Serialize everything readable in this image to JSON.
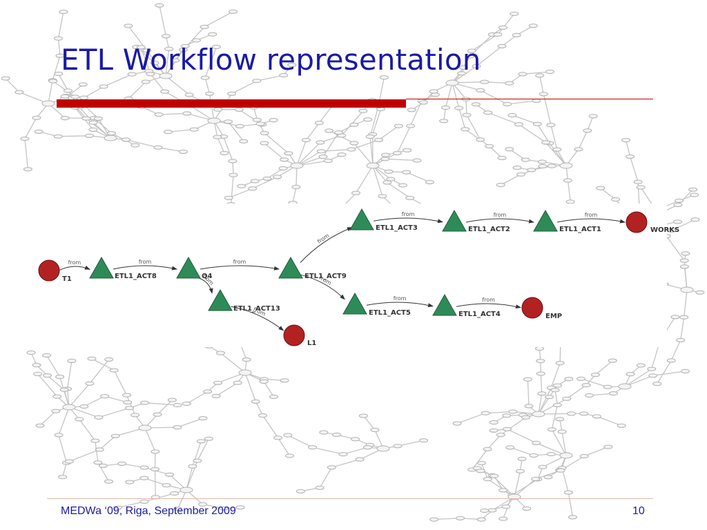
{
  "slide": {
    "title": "ETL Workflow representation",
    "footer": "MEDWa ‘09, Riga, September 2009",
    "page_number": "10"
  },
  "colors": {
    "title": "#1a1aa6",
    "accent_bar": "#c00000",
    "activity_node": "#2e8b57",
    "recordset_node": "#b22222",
    "background_graph": "#c4c4c4"
  },
  "workflow": {
    "nodes": [
      {
        "id": "t1",
        "label": "T1",
        "shape": "circle",
        "icon": "recordset-icon"
      },
      {
        "id": "etl1_act8",
        "label": "ETL1_ACT8",
        "shape": "triangle",
        "icon": "activity-icon"
      },
      {
        "id": "q4",
        "label": "Q4",
        "shape": "triangle",
        "icon": "activity-icon"
      },
      {
        "id": "etl1_act13",
        "label": "ETL1_ACT13",
        "shape": "triangle",
        "icon": "activity-icon"
      },
      {
        "id": "l1",
        "label": "L1",
        "shape": "circle",
        "icon": "recordset-icon"
      },
      {
        "id": "etl1_act9",
        "label": "ETL1_ACT9",
        "shape": "triangle",
        "icon": "activity-icon"
      },
      {
        "id": "etl1_act3",
        "label": "ETL1_ACT3",
        "shape": "triangle",
        "icon": "activity-icon"
      },
      {
        "id": "etl1_act2",
        "label": "ETL1_ACT2",
        "shape": "triangle",
        "icon": "activity-icon"
      },
      {
        "id": "etl1_act1",
        "label": "ETL1_ACT1",
        "shape": "triangle",
        "icon": "activity-icon"
      },
      {
        "id": "works",
        "label": "WORKS",
        "shape": "circle",
        "icon": "recordset-icon"
      },
      {
        "id": "etl1_act5",
        "label": "ETL1_ACT5",
        "shape": "triangle",
        "icon": "activity-icon"
      },
      {
        "id": "etl1_act4",
        "label": "ETL1_ACT4",
        "shape": "triangle",
        "icon": "activity-icon"
      },
      {
        "id": "emp",
        "label": "EMP",
        "shape": "circle",
        "icon": "recordset-icon"
      }
    ],
    "edges": [
      {
        "from": "t1",
        "to": "etl1_act8",
        "label": "from"
      },
      {
        "from": "etl1_act8",
        "to": "q4",
        "label": "from"
      },
      {
        "from": "q4",
        "to": "etl1_act9",
        "label": "from"
      },
      {
        "from": "q4",
        "to": "etl1_act13",
        "label": "from"
      },
      {
        "from": "etl1_act13",
        "to": "l1",
        "label": "from"
      },
      {
        "from": "etl1_act9",
        "to": "etl1_act3",
        "label": "from"
      },
      {
        "from": "etl1_act3",
        "to": "etl1_act2",
        "label": "from"
      },
      {
        "from": "etl1_act2",
        "to": "etl1_act1",
        "label": "from"
      },
      {
        "from": "etl1_act1",
        "to": "works",
        "label": "from"
      },
      {
        "from": "etl1_act9",
        "to": "etl1_act5",
        "label": "from"
      },
      {
        "from": "etl1_act5",
        "to": "etl1_act4",
        "label": "from"
      },
      {
        "from": "etl1_act4",
        "to": "emp",
        "label": "from"
      }
    ]
  }
}
